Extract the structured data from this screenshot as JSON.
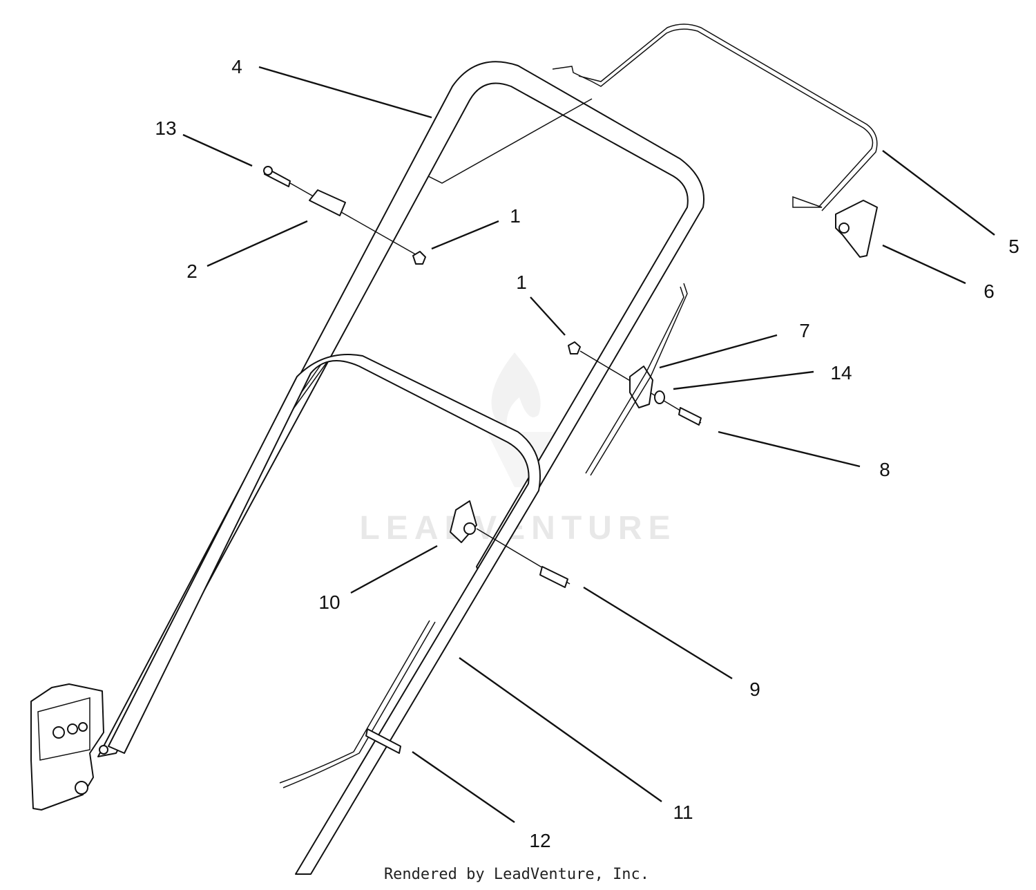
{
  "callouts": [
    {
      "id": "c4",
      "label": "4"
    },
    {
      "id": "c13",
      "label": "13"
    },
    {
      "id": "c2",
      "label": "2"
    },
    {
      "id": "c1a",
      "label": "1"
    },
    {
      "id": "c1b",
      "label": "1"
    },
    {
      "id": "c5",
      "label": "5"
    },
    {
      "id": "c6",
      "label": "6"
    },
    {
      "id": "c7",
      "label": "7"
    },
    {
      "id": "c14",
      "label": "14"
    },
    {
      "id": "c8",
      "label": "8"
    },
    {
      "id": "c10",
      "label": "10"
    },
    {
      "id": "c9",
      "label": "9"
    },
    {
      "id": "c11",
      "label": "11"
    },
    {
      "id": "c12",
      "label": "12"
    }
  ],
  "watermark": {
    "text": "LEADVENTURE"
  },
  "footer": {
    "text": "Rendered by LeadVenture, Inc."
  }
}
